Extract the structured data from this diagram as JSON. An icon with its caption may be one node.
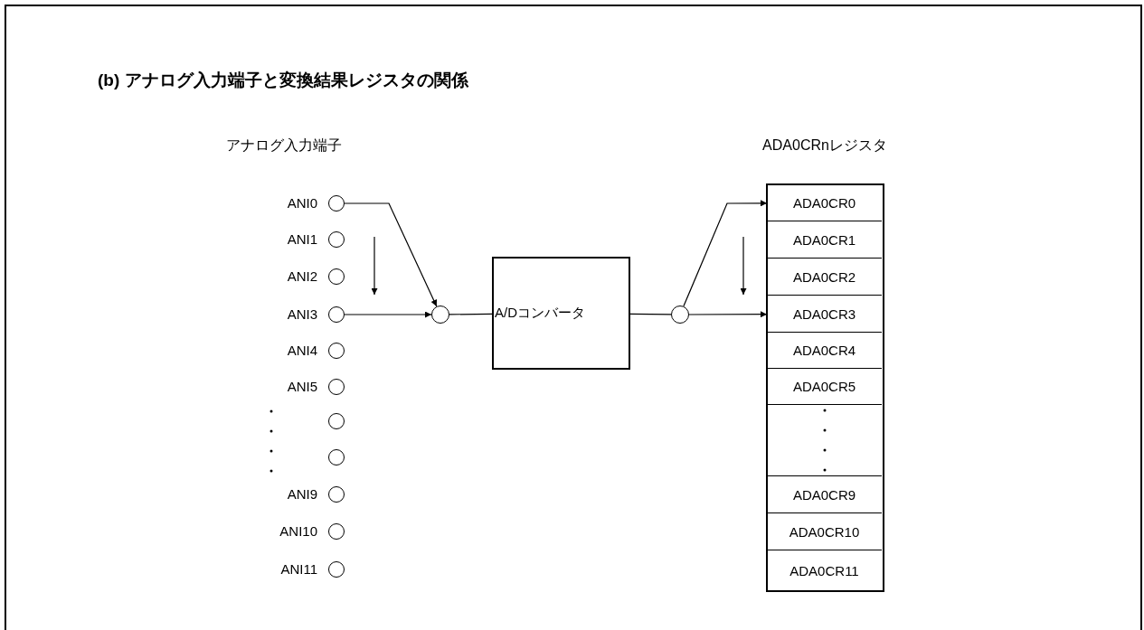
{
  "diagram": {
    "title": "(b) アナログ入力端子と変換結果レジスタの関係",
    "nodes": [
      {
        "text": [],
        "shape": "circle",
        "beside": [
          "ANI0"
        ]
      },
      {
        "text": [],
        "shape": "circle",
        "beside": [
          "ANI1"
        ]
      },
      {
        "text": [],
        "shape": "circle",
        "beside": [
          "ANI2"
        ]
      },
      {
        "text": [],
        "shape": "circle",
        "beside": [
          "ANI3"
        ]
      },
      {
        "text": [],
        "shape": "circle",
        "beside": [
          "ANI4"
        ]
      },
      {
        "text": [],
        "shape": "circle",
        "beside": [
          "ANI5"
        ]
      },
      {
        "text": [],
        "shape": "circle"
      },
      {
        "text": [],
        "shape": "circle"
      },
      {
        "text": [],
        "shape": "circle",
        "beside": [
          "ANI9"
        ]
      },
      {
        "text": [],
        "shape": "circle",
        "beside": [
          "ANI10"
        ]
      },
      {
        "text": [],
        "shape": "circle",
        "beside": [
          "ANI11"
        ]
      },
      {
        "text": [],
        "shape": "circle"
      },
      {
        "text": [
          "A/Dコンバータ"
        ]
      },
      {
        "text": [],
        "shape": "circle"
      },
      {
        "text": [
          "ADA0CRnレジスタ"
        ]
      },
      {
        "text": [
          "ADA0CR0"
        ],
        "in": 14
      },
      {
        "text": [
          "ADA0CR1"
        ],
        "in": 14
      },
      {
        "text": [
          "ADA0CR2"
        ],
        "in": 14
      },
      {
        "text": [
          "ADA0CR3"
        ],
        "in": 14
      },
      {
        "text": [
          "ADA0CR4"
        ],
        "in": 14
      },
      {
        "text": [
          "ADA0CR5"
        ],
        "in": 14
      },
      {
        "text": [],
        "shape": "box",
        "in": 14
      },
      {
        "text": [
          "ADA0CR9"
        ],
        "in": 14
      },
      {
        "text": [
          "ADA0CR10"
        ],
        "in": 14
      },
      {
        "text": [
          "ADA0CR11"
        ],
        "in": 14
      }
    ],
    "edges": [
      {
        "from": 0,
        "to": 11,
        "arrow": "to"
      },
      {
        "from": 3,
        "to": 11,
        "arrow": "to"
      },
      {
        "from": 11,
        "to": 12,
        "arrow": "none"
      },
      {
        "from": 12,
        "to": 13,
        "arrow": "none"
      },
      {
        "from": 13,
        "to": 15,
        "arrow": "to"
      },
      {
        "from": 13,
        "to": 18,
        "arrow": "to"
      }
    ],
    "labels": [
      "アナログ入力端子"
    ]
  }
}
